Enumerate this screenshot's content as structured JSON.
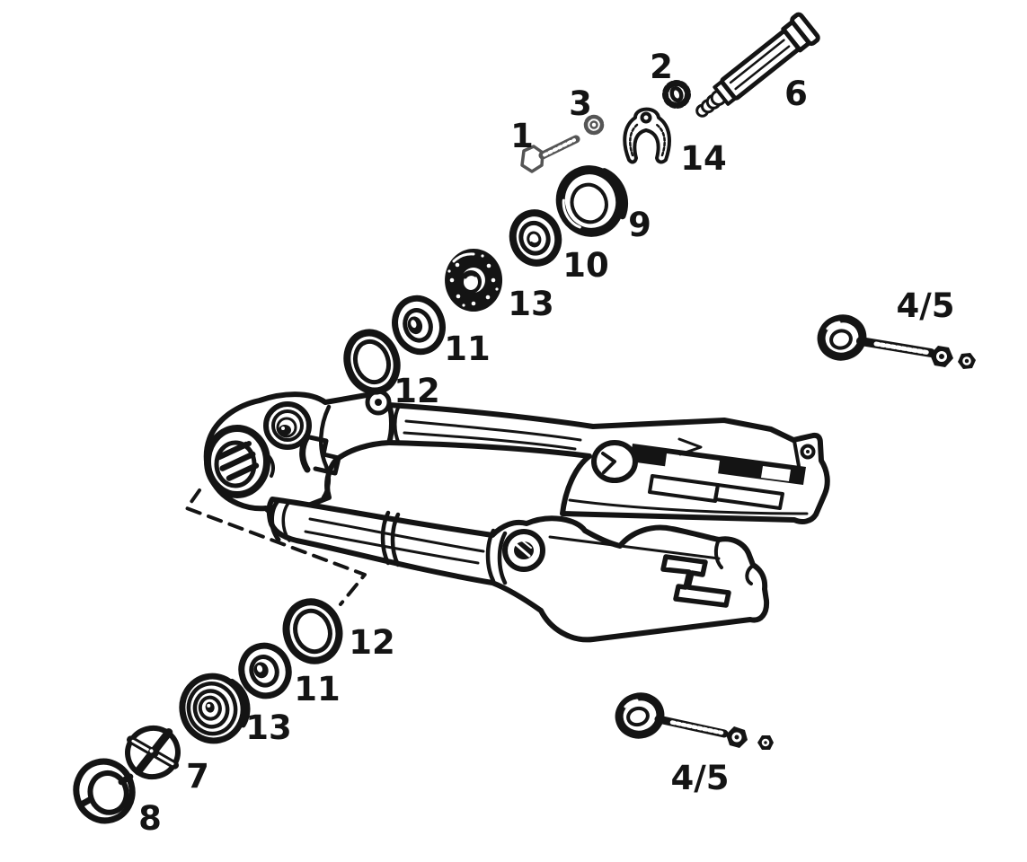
{
  "diagram": {
    "background": "#ffffff",
    "ink": "#141414",
    "sketch_ink": "#555555",
    "labels": [
      "1",
      "3",
      "2",
      "6",
      "14",
      "9",
      "10",
      "13",
      "11",
      "12",
      "4/5",
      "12",
      "11",
      "13",
      "7",
      "8",
      "4/5"
    ]
  }
}
